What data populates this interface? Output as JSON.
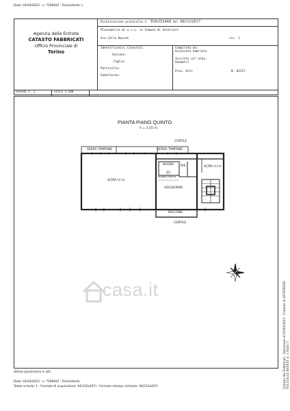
{
  "top_note": "Data: 03/04/2023 - n. T296942 - Richiedente: L",
  "header": {
    "declaration_label": "Dichiarazione protocollo n.",
    "declaration_number": "TO0353448",
    "declaration_date_label": "del",
    "declaration_date": "08/11/2017",
    "planimetry_text": "Planimetria di u.i.u. in Comune di Sestriere",
    "address": "Via Colle Basset",
    "civ_label": "civ.",
    "civ_value": "1",
    "agency_line1": "Agenzia delle Entrate",
    "agency_line2": "CATASTO FABBRICATI",
    "agency_line3": "Ufficio Provinciale di",
    "agency_line4": "Torino",
    "ident_title": "Identificativi Catastali:",
    "sezione_label": "Sezione:",
    "foglio_label": "Foglio:",
    "particella_label": "Particella:",
    "subalterno_label": "Subalterno:",
    "compilata_label": "Compilata da:",
    "compilata_value": "Accossato Gabriele",
    "iscritto_label": "Iscritto all'albo:",
    "iscritto_value": "Geometri",
    "prov_label": "Prov.",
    "prov_value": "Asti",
    "n_label": "N.",
    "n_value": "01217",
    "scheda_label": "Scheda n.",
    "scheda_value": "1",
    "scala_label": "Scala",
    "scala_value": "1:200"
  },
  "plan": {
    "title": "PIANTA PIANO QUINTO",
    "height_note": "h = 2,55 m.",
    "cortile_top": "CORTILE",
    "serra_left": "SERRA TAMPONE",
    "serra_right": "SERRA TAMPONE",
    "altra_left": "ALTRA U.I.U.",
    "bagno": "BAGNO",
    "angolo": "angolo cottura",
    "dis": "DIS.",
    "soggiorno": "SOGGIORNO",
    "altra_right": "ALTRA U.I.U.",
    "balcone": "BALCONE",
    "cortile_bottom": "CORTILE"
  },
  "watermark": "casa.it",
  "bottom": {
    "ultima": "Ultima planimetria in atti",
    "line2": "Data: 03/04/2023 - n. T296942 - Richiedente:",
    "line3": "Totale schede: 1 - Formato di acquisizione: A4(210x297) - Formato stampa richiesto: A4(210x297)"
  },
  "vertical_note": {
    "line1": "Catasto dei Fabbricati - Situazione al 03/04/2023 - Comune di SESTRIERE",
    "line2": "VIA COLLE BASSET n. 1 Piano 5"
  }
}
